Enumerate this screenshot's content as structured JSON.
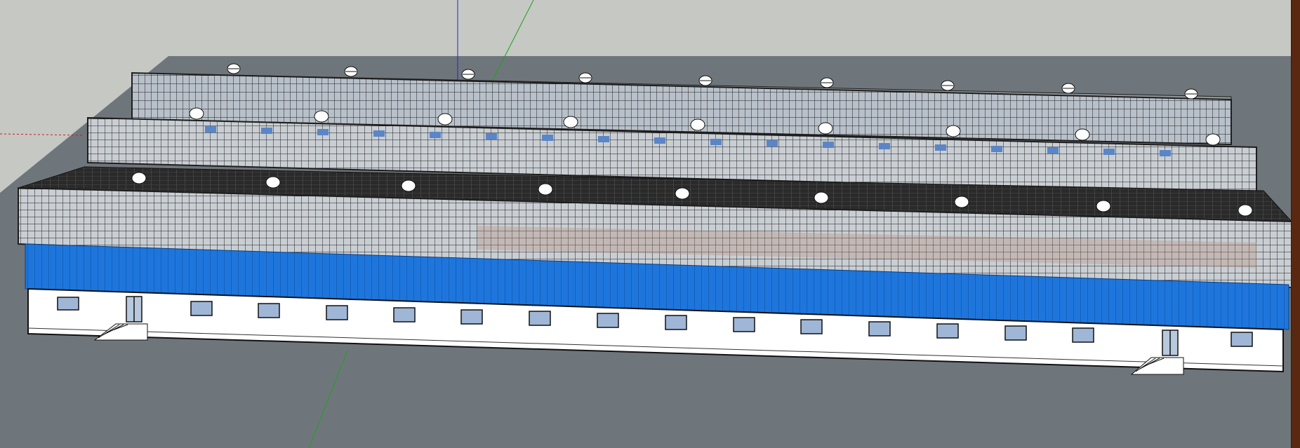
{
  "app": {
    "name": "",
    "window_title": ""
  },
  "viewport": {
    "sky_color": "#c6c8c4",
    "ground_color": "#6f767b",
    "axis_colors": {
      "blue": "#2323d4",
      "green": "#1aa31a",
      "red": "#c42020"
    }
  },
  "model": {
    "description_visible_text": "",
    "colors": {
      "glass_frame": "#202020",
      "glass_face": "#c9ced3",
      "roof_dark": "#262626",
      "blue_band": "#1f78df",
      "white_base": "#ffffff",
      "window_fill": "#9fb6d6",
      "side_panel": "#5a2810"
    },
    "roof_vents": {
      "back_row_count": 9,
      "middle_row_count": 9,
      "front_row_count": 9
    },
    "front_windows_count": 18,
    "doors_count": 2,
    "stairs_count": 2
  }
}
